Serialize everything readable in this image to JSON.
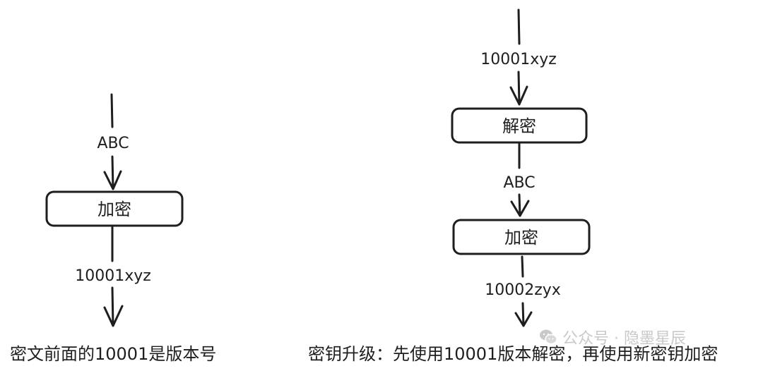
{
  "left_flow": {
    "input_label": "ABC",
    "process_box": "加密",
    "output_label": "10001xyz",
    "caption": "密文前面的10001是版本号"
  },
  "right_flow": {
    "input_label": "10001xyz",
    "decrypt_box": "解密",
    "middle_label": "ABC",
    "encrypt_box": "加密",
    "output_label": "10002zyx",
    "caption": "密钥升级：先使用10001版本解密，再使用新密钥加密"
  },
  "watermark": {
    "text": "公众号 · 隐墨星辰",
    "icon": "wechat-icon"
  },
  "colors": {
    "stroke": "#1e1e1e",
    "background": "#ffffff",
    "watermark": "#c9c9c9"
  }
}
